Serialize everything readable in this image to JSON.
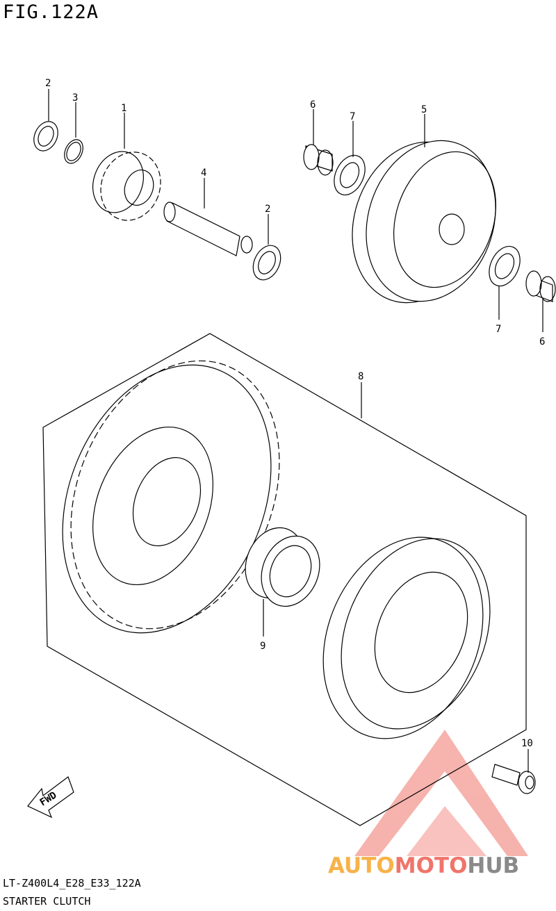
{
  "figure": {
    "title": "FIG.122A",
    "code": "LT-Z400L4_E28_E33_122A",
    "name": "STARTER CLUTCH"
  },
  "callouts": [
    "1",
    "2",
    "3",
    "4",
    "2",
    "5",
    "6",
    "7",
    "7",
    "6",
    "8",
    "9",
    "10"
  ],
  "direction_label": "FWD",
  "watermark": {
    "part1": "AUTO",
    "part2": "MOTO",
    "part3": "HUB",
    "colors": {
      "auto": "#f7b24a",
      "moto": "#f0746a",
      "hub": "#8a8a8a",
      "logo": "#f0746a"
    }
  }
}
